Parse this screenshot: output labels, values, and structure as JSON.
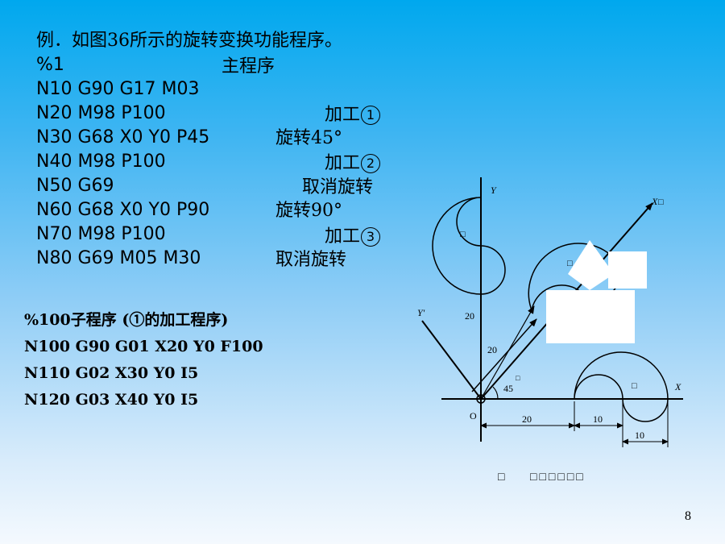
{
  "title": "例．如图36所示的旋转变换功能程序。",
  "main_program": {
    "header": "%1",
    "header_note": "主程序",
    "lines": [
      {
        "code": "N10 G90 G17 M03",
        "note": "",
        "circle": ""
      },
      {
        "code": "N20 M98 P100",
        "note": "加工",
        "circle": "1"
      },
      {
        "code": "N30 G68 X0 Y0 P45",
        "note": "旋转45°",
        "circle": ""
      },
      {
        "code": "N40 M98 P100",
        "note": "加工",
        "circle": "2"
      },
      {
        "code": "N50 G69",
        "note": "取消旋转",
        "circle": ""
      },
      {
        "code": "N60 G68 X0 Y0 P90",
        "note": "旋转90°",
        "circle": ""
      },
      {
        "code": "N70 M98 P100",
        "note": "加工",
        "circle": "3"
      },
      {
        "code": "N80 G69 M05 M30",
        "note": "取消旋转",
        "circle": ""
      }
    ]
  },
  "subprogram": {
    "header": "%100子程序 (①的加工程序)",
    "lines": [
      "N100 G90 G01 X20 Y0 F100",
      "N110 G02 X30 Y0 I5",
      "N120 G03 X40 Y0 I5"
    ]
  },
  "figure": {
    "axis_y": "Y",
    "axis_x": "X",
    "axis_x_rot": "X",
    "axis_y_rot": "Y'",
    "origin": "O",
    "angle": "45",
    "dim_20_bottom": "20",
    "dim_10_a": "10",
    "dim_10_b": "10",
    "dim_20_diag": "20",
    "dim_20_vert": "20",
    "placeholder": "□",
    "caption_left": "□",
    "caption_right": "□□□□□□"
  },
  "page_number": "8"
}
